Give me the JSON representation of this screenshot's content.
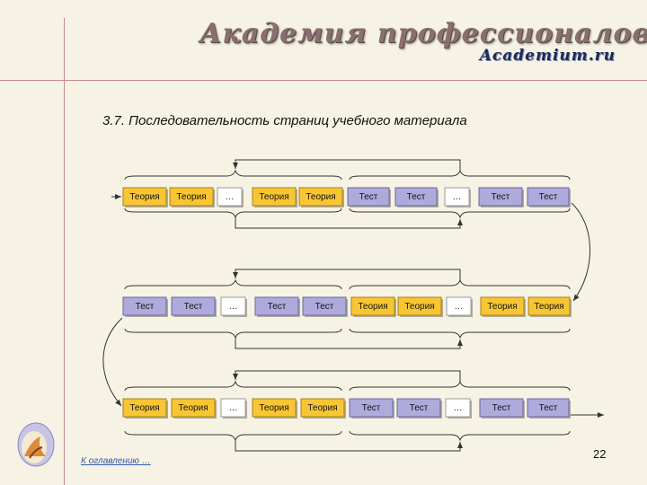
{
  "header": {
    "title": "Академия профессионалов",
    "subtitle": "Academium.ru"
  },
  "slide": {
    "heading": "3.7. Последовательность страниц учебного материала",
    "footer_link": "К оглавлению …",
    "page_number": "22"
  },
  "colors": {
    "theory": "#f8c633",
    "test": "#aeaadc",
    "ellipsis": "#ffffff"
  },
  "diagram": {
    "rows": [
      {
        "items": [
          {
            "kind": "theory",
            "label": "Теория"
          },
          {
            "kind": "theory",
            "label": "Теория"
          },
          {
            "kind": "dots",
            "label": "…"
          },
          {
            "kind": "theory",
            "label": "Теория"
          },
          {
            "kind": "theory",
            "label": "Теория"
          },
          {
            "kind": "test",
            "label": "Тест"
          },
          {
            "kind": "test",
            "label": "Тест"
          },
          {
            "kind": "dots",
            "label": "…"
          },
          {
            "kind": "test",
            "label": "Тест"
          },
          {
            "kind": "test",
            "label": "Тест"
          }
        ]
      },
      {
        "items": [
          {
            "kind": "test",
            "label": "Тест"
          },
          {
            "kind": "test",
            "label": "Тест"
          },
          {
            "kind": "dots",
            "label": "…"
          },
          {
            "kind": "test",
            "label": "Тест"
          },
          {
            "kind": "test",
            "label": "Тест"
          },
          {
            "kind": "theory",
            "label": "Теория"
          },
          {
            "kind": "theory",
            "label": "Теория"
          },
          {
            "kind": "dots",
            "label": "…"
          },
          {
            "kind": "theory",
            "label": "Теория"
          },
          {
            "kind": "theory",
            "label": "Теория"
          }
        ]
      },
      {
        "items": [
          {
            "kind": "theory",
            "label": "Теория"
          },
          {
            "kind": "theory",
            "label": "Теория"
          },
          {
            "kind": "dots",
            "label": "…"
          },
          {
            "kind": "theory",
            "label": "Теория"
          },
          {
            "kind": "theory",
            "label": "Теория"
          },
          {
            "kind": "test",
            "label": "Тест"
          },
          {
            "kind": "test",
            "label": "Тест"
          },
          {
            "kind": "dots",
            "label": "…"
          },
          {
            "kind": "test",
            "label": "Тест"
          },
          {
            "kind": "test",
            "label": "Тест"
          }
        ]
      }
    ]
  }
}
